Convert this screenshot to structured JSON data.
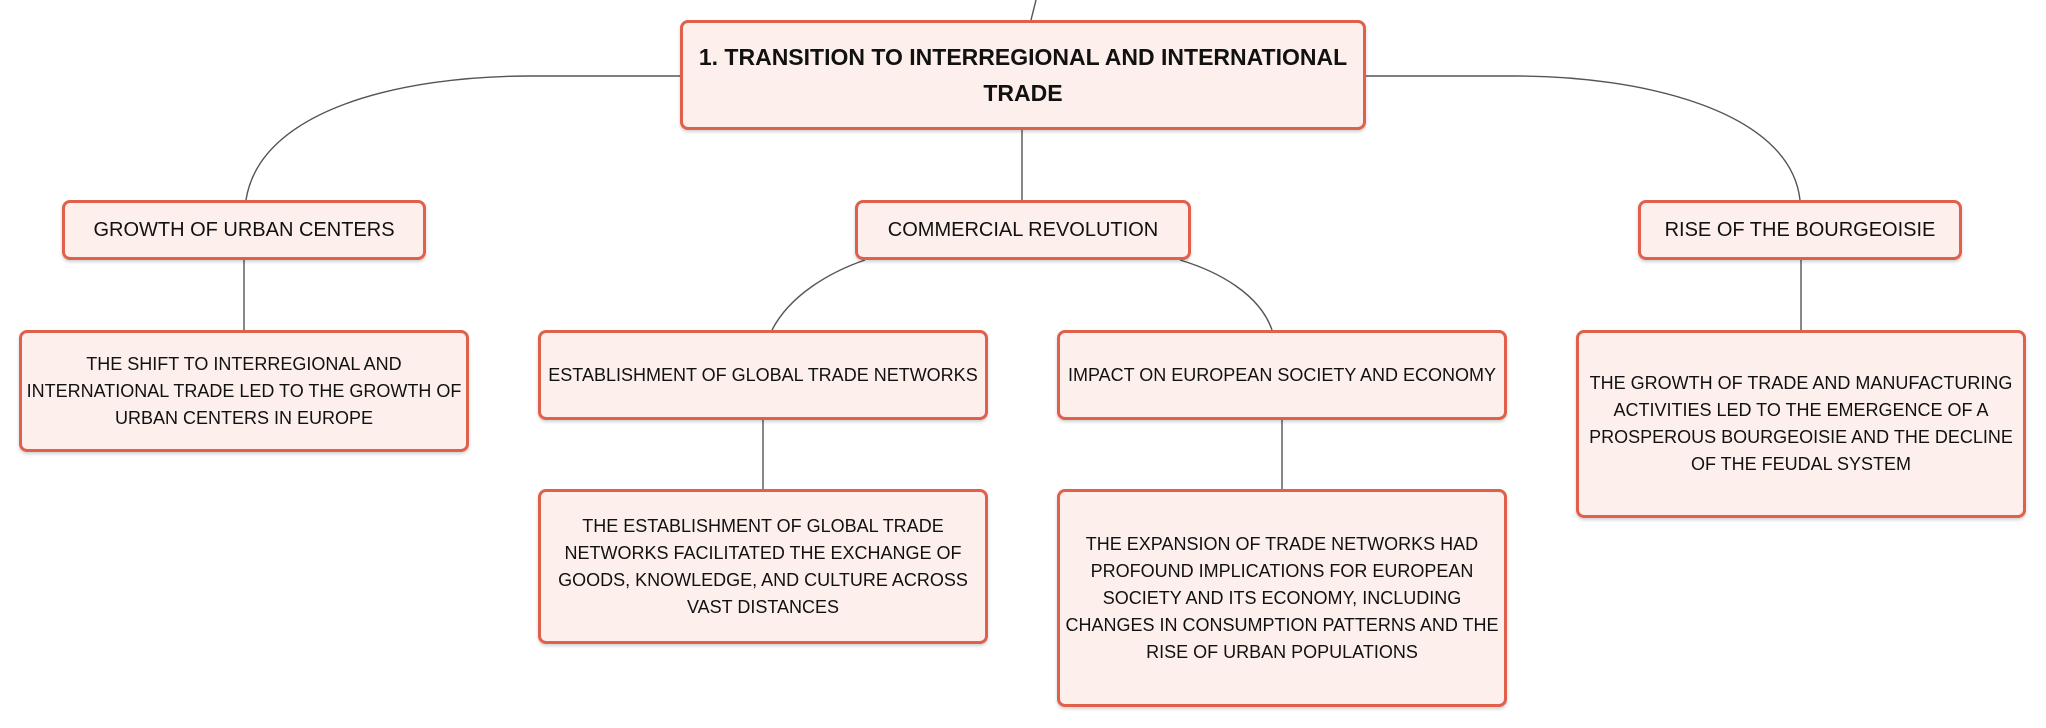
{
  "diagram": {
    "root": {
      "label": "1. TRANSITION TO INTERREGIONAL AND INTERNATIONAL TRADE"
    },
    "branches": [
      {
        "label": "GROWTH OF URBAN CENTERS",
        "description": "THE SHIFT TO INTERREGIONAL AND INTERNATIONAL TRADE LED TO THE GROWTH OF URBAN CENTERS IN EUROPE"
      },
      {
        "label": "COMMERCIAL REVOLUTION",
        "children": [
          {
            "label": "ESTABLISHMENT OF GLOBAL TRADE NETWORKS",
            "description": "THE ESTABLISHMENT OF GLOBAL TRADE NETWORKS FACILITATED THE EXCHANGE OF GOODS, KNOWLEDGE, AND CULTURE ACROSS VAST DISTANCES"
          },
          {
            "label": "IMPACT ON EUROPEAN SOCIETY AND ECONOMY",
            "description": "THE EXPANSION OF TRADE NETWORKS HAD PROFOUND IMPLICATIONS FOR EUROPEAN SOCIETY AND ITS ECONOMY, INCLUDING CHANGES IN CONSUMPTION PATTERNS AND THE RISE OF URBAN POPULATIONS"
          }
        ]
      },
      {
        "label": "RISE OF THE BOURGEOISIE",
        "description": "THE GROWTH OF TRADE AND MANUFACTURING ACTIVITIES LED TO THE EMERGENCE OF A PROSPEROUS BOURGEOISIE AND THE DECLINE OF THE FEUDAL SYSTEM"
      }
    ]
  },
  "colors": {
    "node_border": "#e0604c",
    "node_fill": "#fdf0ec",
    "connector": "#555555",
    "text": "#111111"
  }
}
